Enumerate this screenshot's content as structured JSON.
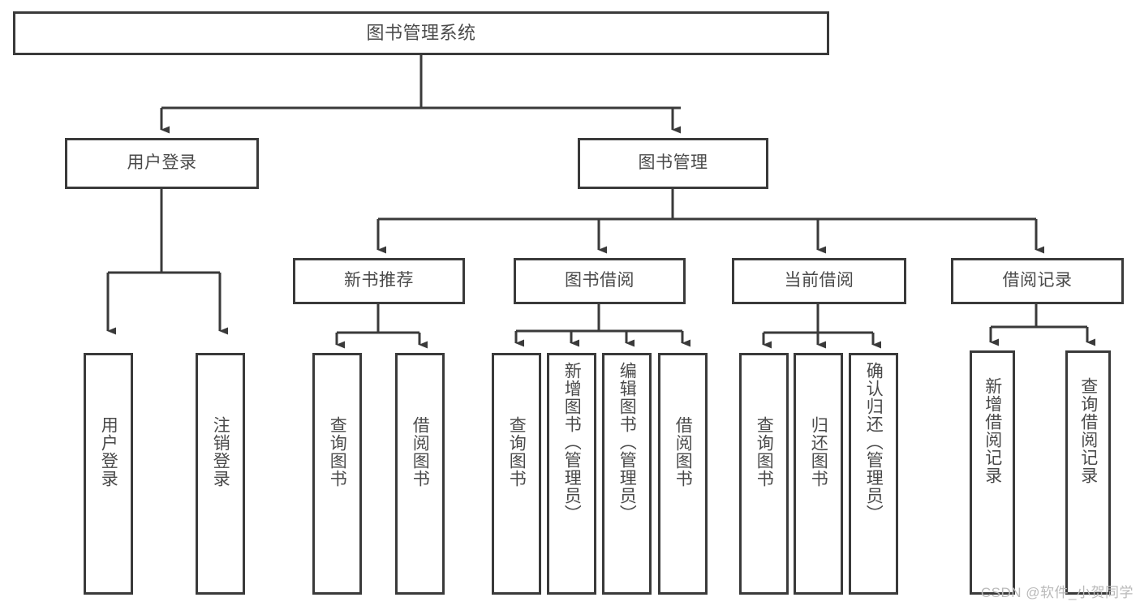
{
  "diagram": {
    "title": "图书管理系统",
    "root": {
      "label": "图书管理系统"
    },
    "level2": [
      {
        "label": "用户登录"
      },
      {
        "label": "图书管理"
      }
    ],
    "level3": [
      {
        "label": "新书推荐"
      },
      {
        "label": "图书借阅"
      },
      {
        "label": "当前借阅"
      },
      {
        "label": "借阅记录"
      }
    ],
    "leaves": {
      "user_login": [
        {
          "label": "用户登录"
        },
        {
          "label": "注销登录"
        }
      ],
      "new_book_recommend": [
        {
          "label": "查询图书"
        },
        {
          "label": "借阅图书"
        }
      ],
      "book_borrow": [
        {
          "label": "查询图书"
        },
        {
          "label": "新增图书（管理员）"
        },
        {
          "label": "编辑图书（管理员）"
        },
        {
          "label": "借阅图书"
        }
      ],
      "current_borrow": [
        {
          "label": "查询图书"
        },
        {
          "label": "归还图书"
        },
        {
          "label": "确认归还（管理员）"
        }
      ],
      "borrow_record": [
        {
          "label": "新增借阅记录"
        },
        {
          "label": "查询借阅记录"
        }
      ]
    }
  },
  "watermark": {
    "text": "CSDN @软件_小贺同学"
  },
  "colors": {
    "border": "#3a3a3a",
    "text": "#4a4a4a",
    "background": "#ffffff",
    "watermark": "#b9b9b9"
  }
}
